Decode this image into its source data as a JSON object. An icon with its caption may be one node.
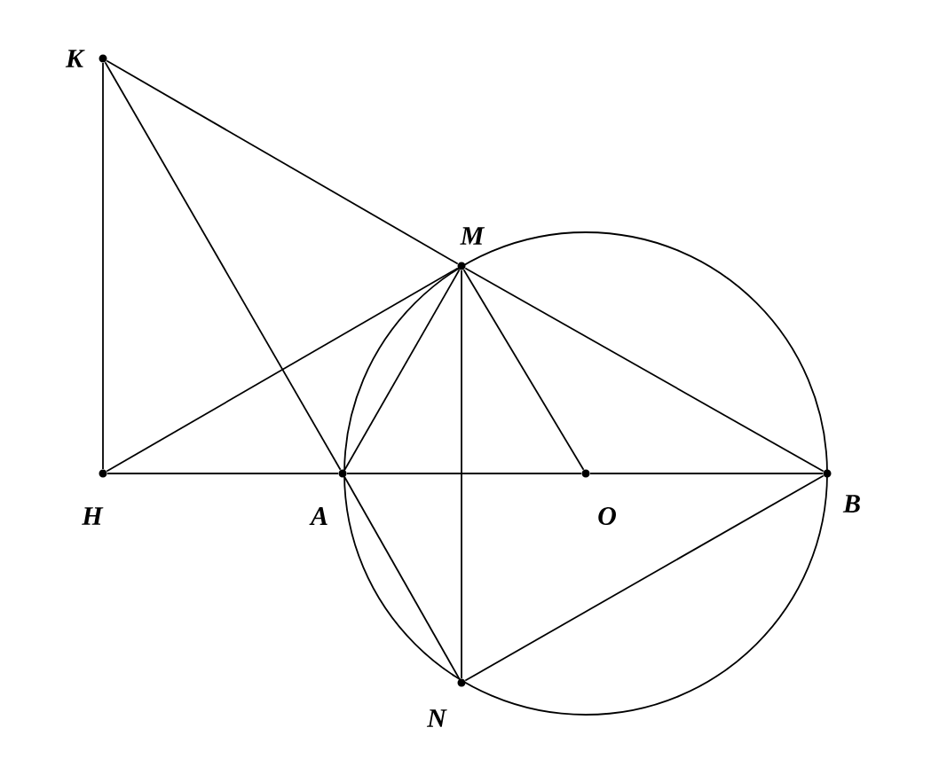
{
  "diagram": {
    "nodes": [
      {
        "text": [
          "K"
        ]
      },
      {
        "text": [
          "M"
        ]
      },
      {
        "text": [
          "H"
        ]
      },
      {
        "text": [
          "A"
        ]
      },
      {
        "text": [
          "O"
        ]
      },
      {
        "text": [
          "B"
        ]
      },
      {
        "text": [
          "N"
        ]
      }
    ],
    "edges": [
      {
        "from": 0,
        "to": 2,
        "arrow": "none"
      },
      {
        "from": 0,
        "to": 3,
        "arrow": "none"
      },
      {
        "from": 0,
        "to": 1,
        "arrow": "none"
      },
      {
        "from": 1,
        "to": 5,
        "arrow": "none"
      },
      {
        "from": 2,
        "to": 1,
        "arrow": "none"
      },
      {
        "from": 2,
        "to": 3,
        "arrow": "none"
      },
      {
        "from": 3,
        "to": 4,
        "arrow": "none"
      },
      {
        "from": 4,
        "to": 5,
        "arrow": "none"
      },
      {
        "from": 1,
        "to": 3,
        "arrow": "none"
      },
      {
        "from": 1,
        "to": 6,
        "arrow": "none"
      },
      {
        "from": 1,
        "to": 4,
        "arrow": "none"
      },
      {
        "from": 6,
        "to": 5,
        "arrow": "none"
      },
      {
        "from": 3,
        "to": 6,
        "arrow": "none"
      }
    ]
  }
}
